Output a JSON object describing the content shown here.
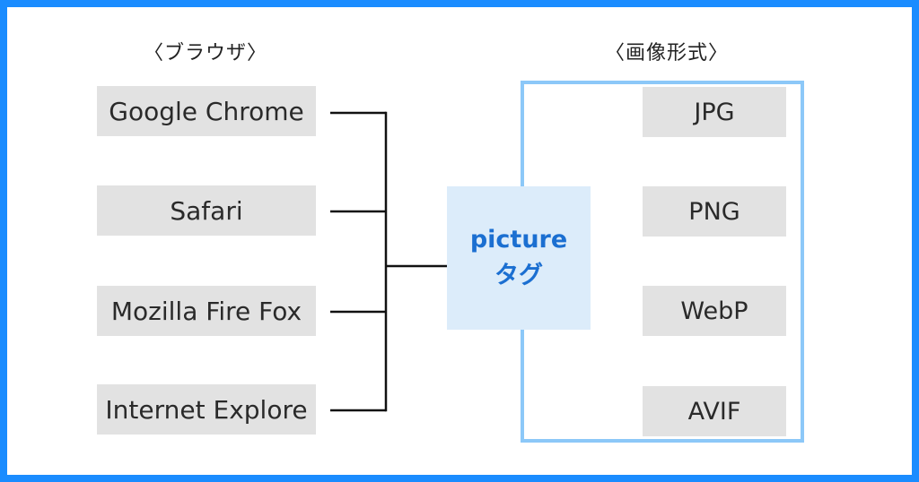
{
  "headings": {
    "browsers": "〈ブラウザ〉",
    "formats": "〈画像形式〉"
  },
  "browsers": [
    "Google Chrome",
    "Safari",
    "Mozilla Fire Fox",
    "Internet Explore"
  ],
  "center": {
    "line1": "picture",
    "line2": "タグ"
  },
  "formats": [
    "JPG",
    "PNG",
    "WebP",
    "AVIF"
  ],
  "colors": {
    "border": "#1a8cff",
    "box": "#e2e2e2",
    "accent_text": "#1b6fd1",
    "accent_fill": "#dcecfa",
    "formats_frame": "#8cc8f8"
  }
}
